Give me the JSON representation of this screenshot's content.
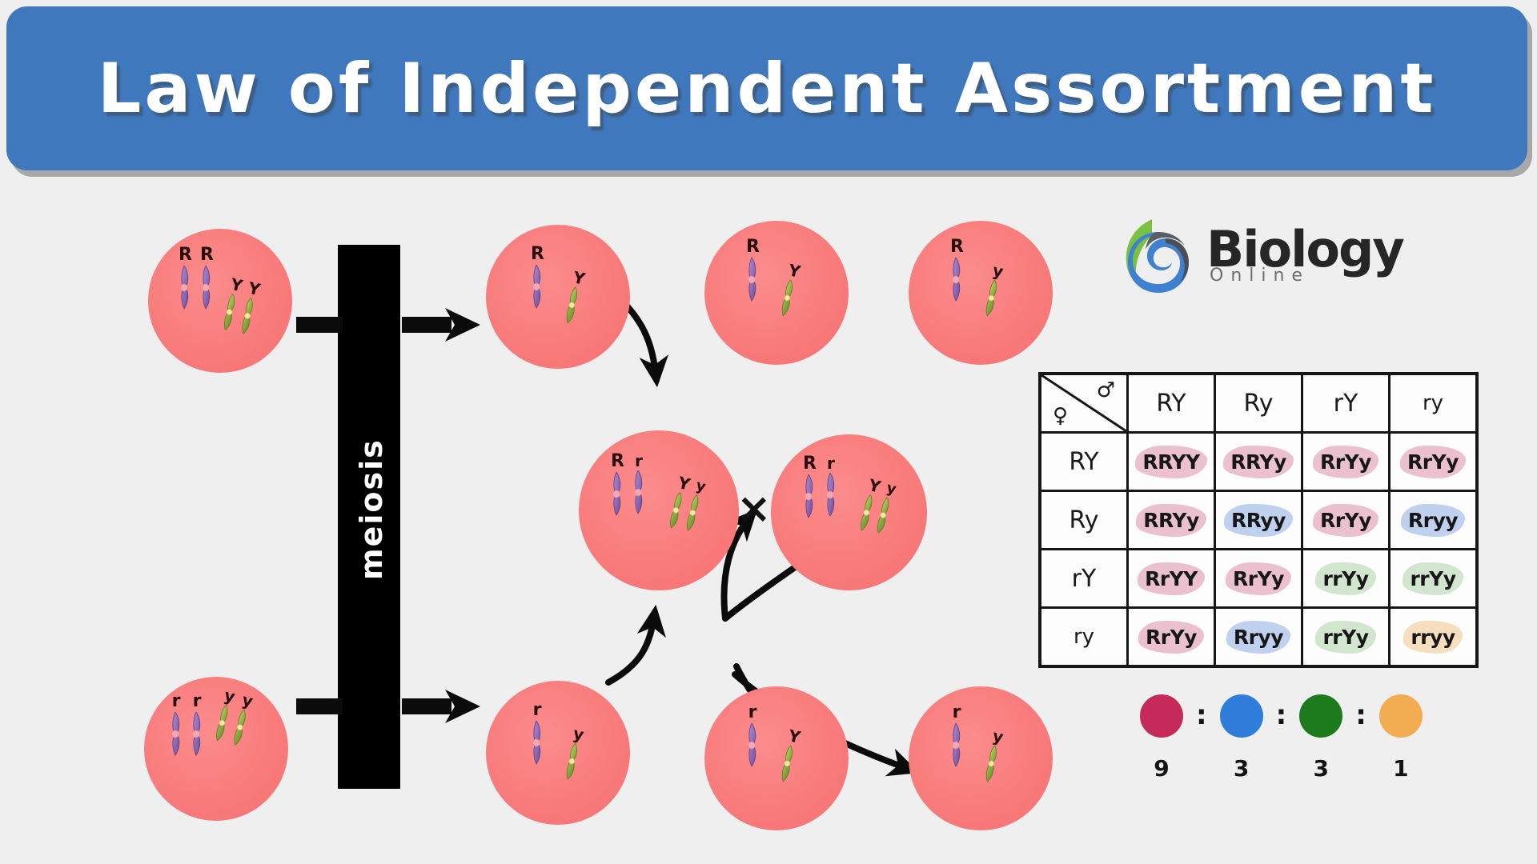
{
  "title": "Law of Independent Assortment",
  "process_label": "meiosis",
  "cross_symbol": "×",
  "colors": {
    "banner": "#3f78bd",
    "banner_shadow": "#a8a8a8",
    "background": "#efefef",
    "cell": "#f97c7c",
    "chromosome_purple": "#8c6ab5",
    "chromosome_green": "#8aa83e",
    "ratio_red": "#c52a5a",
    "ratio_blue": "#2f7ddb",
    "ratio_green": "#1d7a1d",
    "ratio_orange": "#f2ad52"
  },
  "cells": {
    "parent_top": {
      "name": "parent-cell-rryy-dominant",
      "alleles_pair1": [
        "R",
        "R"
      ],
      "alleles_pair2": [
        "Y",
        "Y"
      ]
    },
    "parent_bottom": {
      "name": "parent-cell-rryy-recessive",
      "alleles_pair1": [
        "r",
        "r"
      ],
      "alleles_pair2": [
        "y",
        "y"
      ]
    },
    "gamete_top_1": {
      "alleles": [
        "R",
        "Y"
      ]
    },
    "gamete_top_2": {
      "alleles": [
        "R",
        "Y"
      ]
    },
    "gamete_top_3": {
      "alleles": [
        "R",
        "y"
      ]
    },
    "gamete_bottom_1": {
      "alleles": [
        "r",
        "y"
      ]
    },
    "gamete_bottom_2": {
      "alleles": [
        "r",
        "Y"
      ]
    },
    "gamete_bottom_3": {
      "alleles": [
        "r",
        "y"
      ]
    },
    "f1_left": {
      "alleles_pair1": [
        "R",
        "r"
      ],
      "alleles_pair2": [
        "Y",
        "y"
      ]
    },
    "f1_right": {
      "alleles_pair1": [
        "R",
        "r"
      ],
      "alleles_pair2": [
        "Y",
        "y"
      ]
    }
  },
  "logo": {
    "brand": "Biology",
    "sub": "Online"
  },
  "punnett": {
    "male_symbol": "♂",
    "female_symbol": "♀",
    "column_headers": [
      "RY",
      "Ry",
      "rY",
      "ry"
    ],
    "row_headers": [
      "RY",
      "Ry",
      "rY",
      "ry"
    ],
    "rows": [
      [
        {
          "genotype": "RRYY",
          "swatch": "pink"
        },
        {
          "genotype": "RRYy",
          "swatch": "pink"
        },
        {
          "genotype": "RrYy",
          "swatch": "pink"
        },
        {
          "genotype": "RrYy",
          "swatch": "pink"
        }
      ],
      [
        {
          "genotype": "RRYy",
          "swatch": "pink"
        },
        {
          "genotype": "RRyy",
          "swatch": "blue"
        },
        {
          "genotype": "RrYy",
          "swatch": "pink"
        },
        {
          "genotype": "Rryy",
          "swatch": "blue"
        }
      ],
      [
        {
          "genotype": "RrYY",
          "swatch": "pink"
        },
        {
          "genotype": "RrYy",
          "swatch": "pink"
        },
        {
          "genotype": "rrYy",
          "swatch": "green"
        },
        {
          "genotype": "rrYy",
          "swatch": "green"
        }
      ],
      [
        {
          "genotype": "RrYy",
          "swatch": "pink"
        },
        {
          "genotype": "Rryy",
          "swatch": "blue"
        },
        {
          "genotype": "rrYy",
          "swatch": "green"
        },
        {
          "genotype": "rryy",
          "swatch": "orange"
        }
      ]
    ]
  },
  "ratio": {
    "separator": ":",
    "items": [
      {
        "color": "#c52a5a",
        "count": "9"
      },
      {
        "color": "#2f7ddb",
        "count": "3"
      },
      {
        "color": "#1d7a1d",
        "count": "3"
      },
      {
        "color": "#f2ad52",
        "count": "1"
      }
    ]
  }
}
